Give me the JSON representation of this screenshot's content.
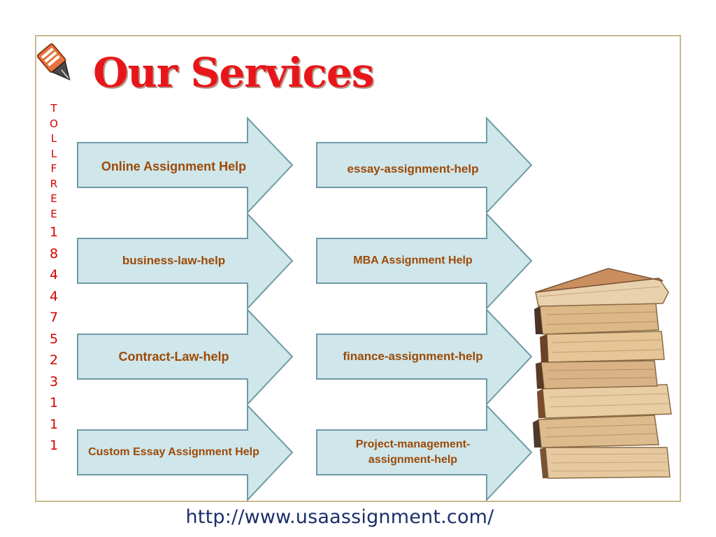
{
  "slide": {
    "title": "Our Services",
    "toll_free_letters": [
      "T",
      "O",
      "L",
      "L",
      "F",
      "R",
      "E",
      "E"
    ],
    "toll_free_digits": [
      "1",
      "8",
      "4",
      "4",
      "7",
      "5",
      "2",
      "3",
      "1",
      "1",
      "1"
    ],
    "url": "http://www.usaassignment.com/"
  },
  "services": {
    "left": [
      "Online Assignment Help",
      "business-law-help",
      "Contract-Law-help",
      "Custom Essay Assignment Help"
    ],
    "right": [
      "essay-assignment-help",
      "MBA Assignment Help",
      "finance-assignment-help",
      "Project-management-assignment-help"
    ]
  },
  "icons": {
    "logo": "pen-nib-logo-icon",
    "books": "stacked-books-illustration"
  },
  "colors": {
    "title": "#e8161a",
    "arrow_fill": "#cfe6ea",
    "arrow_stroke": "#6f9aa6",
    "service_text": "#9c4a07",
    "toll_free": "#d40000",
    "url": "#1a2f6a",
    "frame": "#c9b98d"
  }
}
